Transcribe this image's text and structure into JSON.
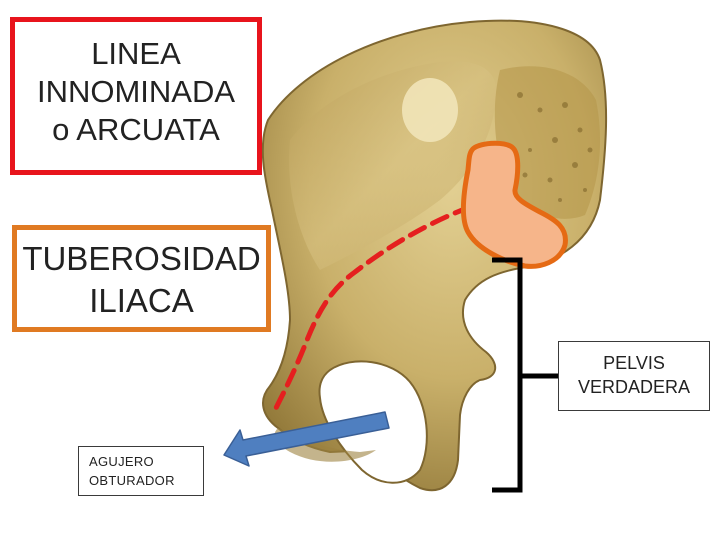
{
  "labels": {
    "linea": {
      "line1": "LINEA",
      "line2": "INNOMINADA",
      "line3": "o ARCUATA",
      "border_color": "#e8141c"
    },
    "tuberosidad": {
      "line1": "TUBEROSIDAD",
      "line2": "ILIACA",
      "border_color": "#e07a22"
    },
    "pelvis": {
      "line1": "PELVIS",
      "line2": "VERDADERA"
    },
    "agujero": {
      "line1": "AGUJERO",
      "line2": "OBTURADOR"
    }
  },
  "colors": {
    "bone": "#c9b06a",
    "bone_light": "#ddc888",
    "bone_dark": "#9c8240",
    "linea_dashed": "#e51f1f",
    "tuberosity_fill": "#f6b58a",
    "tuberosity_stroke": "#e56a14",
    "arrow": "#4f7fc0",
    "bracket": "#000000"
  },
  "icons": {
    "arrow": "arrow-left-icon",
    "bracket": "bracket-icon"
  }
}
